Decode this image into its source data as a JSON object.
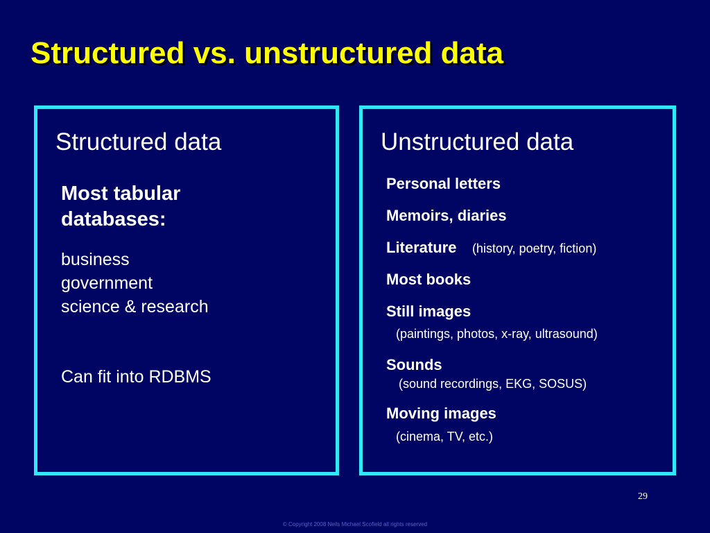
{
  "slide": {
    "title": "Structured vs. unstructured data",
    "page_number": "29",
    "copyright": "© Copyright 2008 Neils Michael Scofield  all rights reserved"
  },
  "structured": {
    "heading": "Structured data",
    "tabular_heading_line1": "Most tabular",
    "tabular_heading_line2": "databases:",
    "domains": [
      "business",
      "government",
      "science & research"
    ],
    "note": "Can fit into RDBMS"
  },
  "unstructured": {
    "heading": "Unstructured data",
    "items": [
      {
        "label": "Personal letters",
        "note": ""
      },
      {
        "label": "Memoirs, diaries",
        "note": ""
      },
      {
        "label": "Literature",
        "note": "(history, poetry, fiction)"
      },
      {
        "label": "Most books",
        "note": ""
      },
      {
        "label": "Still images",
        "note": "(paintings, photos, x-ray, ultrasound)"
      },
      {
        "label": "Sounds",
        "note": "(sound recordings, EKG, SOSUS)"
      },
      {
        "label": "Moving images",
        "note": "(cinema, TV, etc.)"
      }
    ]
  },
  "colors": {
    "background": "#000563",
    "title": "#ffff00",
    "panel_border": "#33e6ff",
    "text": "#ffffff"
  }
}
